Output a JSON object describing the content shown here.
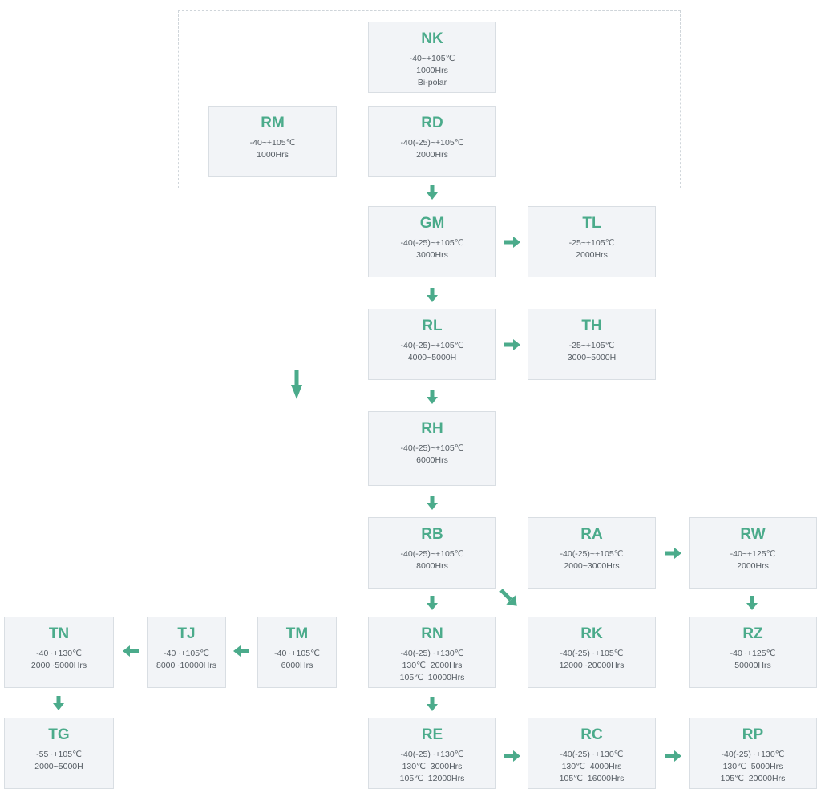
{
  "colors": {
    "accent": "#4bab8b",
    "box_bg": "#f2f4f7",
    "box_border": "#d9dee3",
    "text": "#555c63"
  },
  "series": {
    "NK": {
      "code": "NK",
      "lines": [
        "-40~+105℃",
        "1000Hrs",
        "Bi-polar"
      ]
    },
    "RM": {
      "code": "RM",
      "lines": [
        "-40~+105℃",
        "1000Hrs"
      ]
    },
    "RD": {
      "code": "RD",
      "lines": [
        "-40(-25)~+105℃",
        "2000Hrs"
      ]
    },
    "GM": {
      "code": "GM",
      "lines": [
        "-40(-25)~+105℃",
        "3000Hrs"
      ]
    },
    "TL": {
      "code": "TL",
      "lines": [
        "-25~+105℃",
        "2000Hrs"
      ]
    },
    "RL": {
      "code": "RL",
      "lines": [
        "-40(-25)~+105℃",
        "4000~5000H"
      ]
    },
    "TH": {
      "code": "TH",
      "lines": [
        "-25~+105℃",
        "3000~5000H"
      ]
    },
    "RH": {
      "code": "RH",
      "lines": [
        "-40(-25)~+105℃",
        "6000Hrs"
      ]
    },
    "RB": {
      "code": "RB",
      "lines": [
        "-40(-25)~+105℃",
        "8000Hrs"
      ]
    },
    "RA": {
      "code": "RA",
      "lines": [
        "-40(-25)~+105℃",
        "2000~3000Hrs"
      ]
    },
    "RW": {
      "code": "RW",
      "lines": [
        "-40~+125℃",
        "2000Hrs"
      ]
    },
    "TN": {
      "code": "TN",
      "lines": [
        "-40~+130℃",
        "2000~5000Hrs"
      ]
    },
    "TJ": {
      "code": "TJ",
      "lines": [
        "-40~+105℃",
        "8000~10000Hrs"
      ]
    },
    "TM": {
      "code": "TM",
      "lines": [
        "-40~+105℃",
        "6000Hrs"
      ]
    },
    "RN": {
      "code": "RN",
      "lines": [
        "-40(-25)~+130℃",
        "130℃  2000Hrs",
        "105℃  10000Hrs"
      ]
    },
    "RK": {
      "code": "RK",
      "lines": [
        "-40(-25)~+105℃",
        "12000~20000Hrs"
      ]
    },
    "RZ": {
      "code": "RZ",
      "lines": [
        "-40~+125℃",
        "50000Hrs"
      ]
    },
    "TG": {
      "code": "TG",
      "lines": [
        "-55~+105℃",
        "2000~5000H"
      ]
    },
    "RE": {
      "code": "RE",
      "lines": [
        "-40(-25)~+130℃",
        "130℃  3000Hrs",
        "105℃  12000Hrs"
      ]
    },
    "RC": {
      "code": "RC",
      "lines": [
        "-40(-25)~+130℃",
        "130℃  4000Hrs",
        "105℃  16000Hrs"
      ]
    },
    "RP": {
      "code": "RP",
      "lines": [
        "-40(-25)~+130℃",
        "130℃  5000Hrs",
        "105℃  20000Hrs"
      ]
    }
  }
}
